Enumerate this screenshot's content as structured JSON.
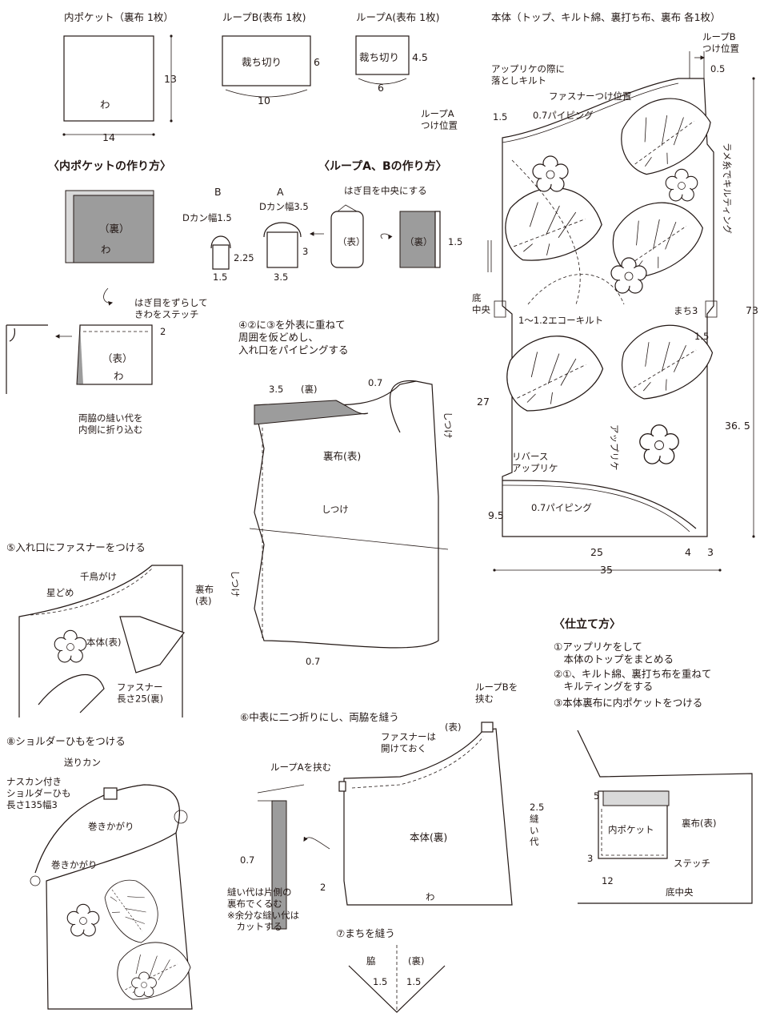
{
  "parts": {
    "inner_pocket": {
      "title": "内ポケット（裏布 1枚）",
      "h": "13",
      "w": "14",
      "fold": "わ"
    },
    "loop_b": {
      "title": "ループB(表布 1枚)",
      "cut": "裁ち切り",
      "h": "6",
      "w": "10"
    },
    "loop_a": {
      "title": "ループA(表布 1枚)",
      "cut": "裁ち切り",
      "h": "4.5",
      "w": "6"
    },
    "body": {
      "title": "本体（トップ、キルト綿、裏打ち布、裏布 各1枚）",
      "loopb_pos": "ループB\nつけ位置",
      "loopb_margin": "0.5",
      "applique_quilt": "アップリケの際に\n落としキルト",
      "zipper_pos": "ファスナーつけ位置",
      "piping_top": "0.7パイピング",
      "loopa_pos": "ループA\nつけ位置",
      "loopa_margin": "1.5",
      "lame": "ラメ糸でキルティング",
      "bottom_center": "底\n中央",
      "gusset": "まち3",
      "gusset_margin": "1.5",
      "echo": "1〜1.2エコーキルト",
      "reverse_applique": "リバース\nアップリケ",
      "applique": "アップリケ",
      "piping_bottom": "0.7パイピング",
      "h_total": "73",
      "h_side": "27",
      "h_right": "36. 5",
      "h_bottom": "9.5",
      "w_bottom": "25",
      "w_4": "4",
      "w_3": "3",
      "w_total": "35"
    }
  },
  "pocket_howto": {
    "title": "〈内ポケットの作り方〉",
    "ura": "（裏）",
    "fold": "わ",
    "step_note": "はぎ目をずらして\nきわをステッチ",
    "dim": "2",
    "omote": "（表）",
    "fold2": "わ",
    "side_note": "両脇の縫い代を\n内側に折り込む"
  },
  "loop_howto": {
    "title": "〈ループA、Bの作り方〉",
    "center_note": "はぎ目を中央にする",
    "b": "B",
    "a": "A",
    "b_dkan": "Dカン幅1.5",
    "a_dkan": "Dカン幅3.5",
    "b_225": "2.25",
    "b_15": "1.5",
    "a_3": "3",
    "a_35": "3.5",
    "omote": "（表）",
    "ura": "（裏）",
    "dim15": "1.5"
  },
  "step4": {
    "text": "④②に③を外表に重ねて\n周囲を仮どめし、\n入れ口をパイピングする",
    "bias": "3.5",
    "bias_ura": "(裏)",
    "p07": "0.7",
    "shitsuke1": "しつけ",
    "lining": "裏布(表)",
    "shitsuke2": "しつけ",
    "shitsuke3": "しつけ",
    "p07b": "0.7"
  },
  "step5": {
    "text": "⑤入れ口にファスナーをつける",
    "chidori": "千鳥がけ",
    "hoshi": "星どめ",
    "lining": "裏布\n(表)",
    "body": "本体(表)",
    "zipper": "ファスナー\n長さ25(裏)"
  },
  "step6": {
    "text": "⑥中表に二つ折りにし、両脇を縫う",
    "loopb": "ループBを\n挟む",
    "zip_open": "ファスナーは\n開けておく",
    "omote": "(表)",
    "loopa": "ループAを挟む",
    "body": "本体(裏)",
    "seam": "2.5\n縫\nい\n代",
    "d2": "2",
    "fold": "わ",
    "p07": "0.7",
    "seam_note": "縫い代は片側の\n裏布でくるむ\n※余分な縫い代は\n　カットする"
  },
  "step7": {
    "text": "⑦まちを縫う",
    "side": "脇",
    "ura": "(裏)",
    "l": "1.5",
    "r": "1.5"
  },
  "step8": {
    "text": "⑧ショルダーひもをつける",
    "okurikan": "送りカン",
    "strap": "ナスカン付き\nショルダーひも\n長さ135幅3",
    "makikagari1": "巻きかがり",
    "makikagari2": "巻きかがり"
  },
  "finishing": {
    "title": "〈仕立て方〉",
    "steps": [
      "①アップリケをして\n　本体のトップをまとめる",
      "②①、キルト綿、裏打ち布を重ねて\n　キルティングをする",
      "③本体裏布に内ポケットをつける"
    ],
    "d5": "5",
    "pocket": "内ポケット",
    "lining": "裏布(表)",
    "d3": "3",
    "stitch": "ステッチ",
    "d12": "12",
    "bottom": "底中央"
  }
}
